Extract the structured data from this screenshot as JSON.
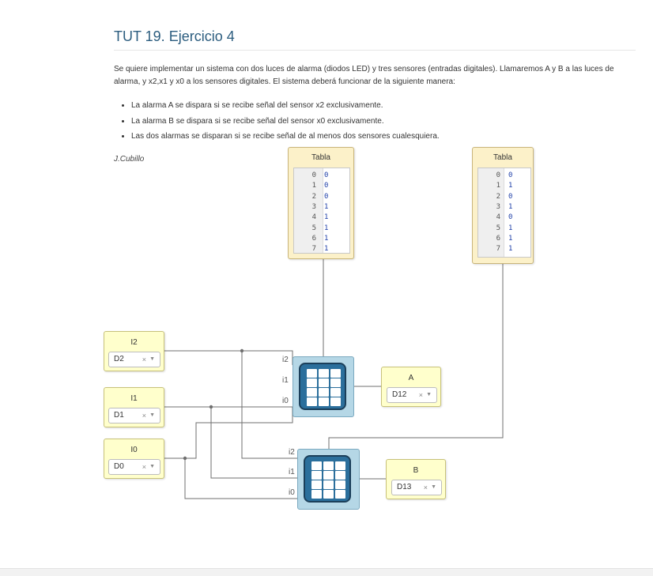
{
  "page": {
    "title": "TUT 19. Ejercicio 4",
    "intro": "Se quiere implementar un sistema con dos luces de alarma (diodos LED) y tres sensores (entradas digitales). Llamaremos A y B a las luces de alarma, y x2,x1 y x0 a los sensores digitales. El sistema deberá funcionar de la siguiente manera:",
    "rules": [
      "La alarma A se dispara si se recibe señal del sensor x2 exclusivamente.",
      "La alarma B se dispara si se recibe señal del sensor x0 exclusivamente.",
      "Las dos alarmas se disparan si se recibe señal de al menos dos sensores cualesquiera."
    ],
    "author": "J.Cubillo"
  },
  "diagram": {
    "inputs": [
      {
        "label": "I2",
        "pin": "D2"
      },
      {
        "label": "I1",
        "pin": "D1"
      },
      {
        "label": "I0",
        "pin": "D0"
      }
    ],
    "outputs": [
      {
        "label": "A",
        "pin": "D12"
      },
      {
        "label": "B",
        "pin": "D13"
      }
    ],
    "tables": [
      {
        "title": "Tabla",
        "rows": [
          "0",
          "1",
          "2",
          "3",
          "4",
          "5",
          "6",
          "7"
        ],
        "values": [
          "0",
          "0",
          "0",
          "1",
          "1",
          "1",
          "1",
          "1"
        ]
      },
      {
        "title": "Tabla",
        "rows": [
          "0",
          "1",
          "2",
          "3",
          "4",
          "5",
          "6",
          "7"
        ],
        "values": [
          "0",
          "1",
          "0",
          "1",
          "0",
          "1",
          "1",
          "1"
        ]
      }
    ],
    "ports": {
      "i2": "i2",
      "i1": "i1",
      "i0": "i0"
    },
    "select_clear": "×",
    "select_caret": "▼"
  }
}
